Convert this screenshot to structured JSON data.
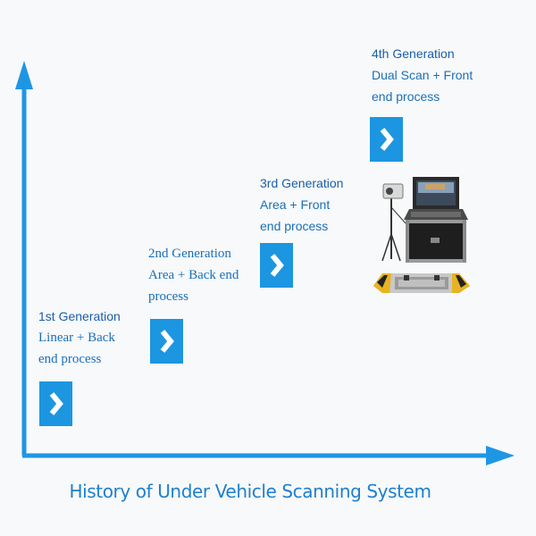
{
  "generations": [
    {
      "title": "1st Generation",
      "line1": "Linear + Back",
      "line2": "end process"
    },
    {
      "title": "2nd Generation",
      "line1": "Area + Back end",
      "line2": "process"
    },
    {
      "title": "3rd Generation",
      "line1": "Area + Front",
      "line2": "end process"
    },
    {
      "title": "4th Generation",
      "line1": "Dual Scan + Front",
      "line2": "end process"
    }
  ],
  "caption": "History of Under Vehicle Scanning System",
  "colors": {
    "axis": "#1f96e3",
    "chevron_box": "#1c96e0",
    "title_text": "#1a5ea8",
    "body_text": "#1a6fb8"
  },
  "icons": [
    "chevron-right-icon",
    "under-vehicle-scanner-equipment"
  ]
}
